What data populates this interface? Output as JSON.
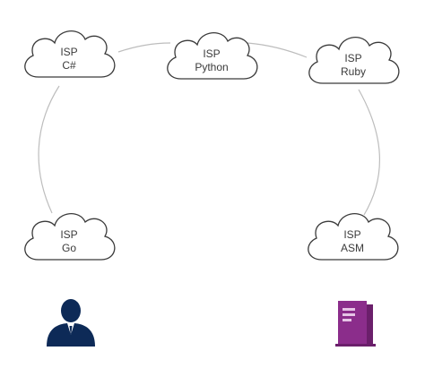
{
  "diagram": {
    "nodes": [
      {
        "id": "csharp",
        "line1": "ISP",
        "line2": "C#"
      },
      {
        "id": "python",
        "line1": "ISP",
        "line2": "Python"
      },
      {
        "id": "ruby",
        "line1": "ISP",
        "line2": "Ruby"
      },
      {
        "id": "go",
        "line1": "ISP",
        "line2": "Go"
      },
      {
        "id": "asm",
        "line1": "ISP",
        "line2": "ASM"
      }
    ],
    "edges": [
      {
        "from": "csharp",
        "to": "python"
      },
      {
        "from": "python",
        "to": "ruby"
      },
      {
        "from": "csharp",
        "to": "go"
      },
      {
        "from": "ruby",
        "to": "asm"
      }
    ],
    "endpoints": [
      {
        "id": "user",
        "icon": "user-icon",
        "attached_to": "go",
        "color": "#0d2a57"
      },
      {
        "id": "server",
        "icon": "server-icon",
        "attached_to": "asm",
        "color": "#8b2d8b"
      }
    ],
    "colors": {
      "cloud_stroke": "#3a3a3a",
      "line": "#bdbdbd"
    }
  }
}
